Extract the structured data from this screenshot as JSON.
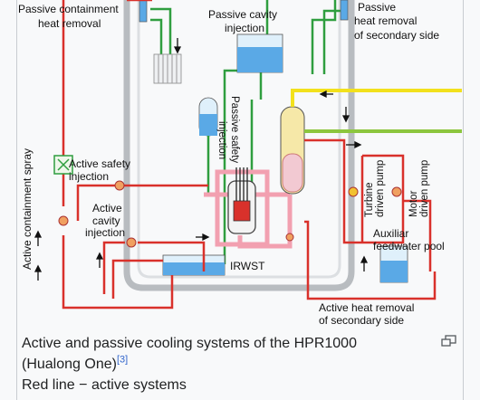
{
  "diagram": {
    "labels": {
      "passive_containment": [
        "Passive containment",
        "heat removal"
      ],
      "passive_cavity": [
        "Passive cavity",
        "injection"
      ],
      "passive_heat_removal_secondary": [
        "Passive",
        "heat removal",
        "of secondary side"
      ],
      "passive_safety_injection": [
        "Passive safety",
        "injection"
      ],
      "active_safety_injection": [
        "Active safety",
        "injection"
      ],
      "active_containment_spray": "Active containment spray",
      "active_cavity_injection": [
        "Active",
        "cavity",
        "injection"
      ],
      "turbine_pump": [
        "Turbine",
        "driven pump"
      ],
      "motor_pump": [
        "Motor",
        "driven pump"
      ],
      "auxiliar_feedwater": [
        "Auxiliar",
        "feedwater pool"
      ],
      "irwst": "IRWST",
      "active_heat_removal_secondary": [
        "Active heat removal",
        "of secondary side"
      ]
    },
    "colors": {
      "active_line": "#d9312b",
      "passive_line": "#2f9e3f",
      "steam_line": "#f2e11c",
      "feed_line": "#8cc63e",
      "loop_pink": "#f2a0b0",
      "water": "#5aa9e6",
      "containment": "#b8bcc0"
    }
  },
  "caption": {
    "line1": "Active and passive cooling systems of the HPR1000",
    "line2": "(Hualong One)",
    "ref": "[3]",
    "line3": "Red line − active systems"
  },
  "icons": {
    "enlarge": "enlarge-icon"
  }
}
